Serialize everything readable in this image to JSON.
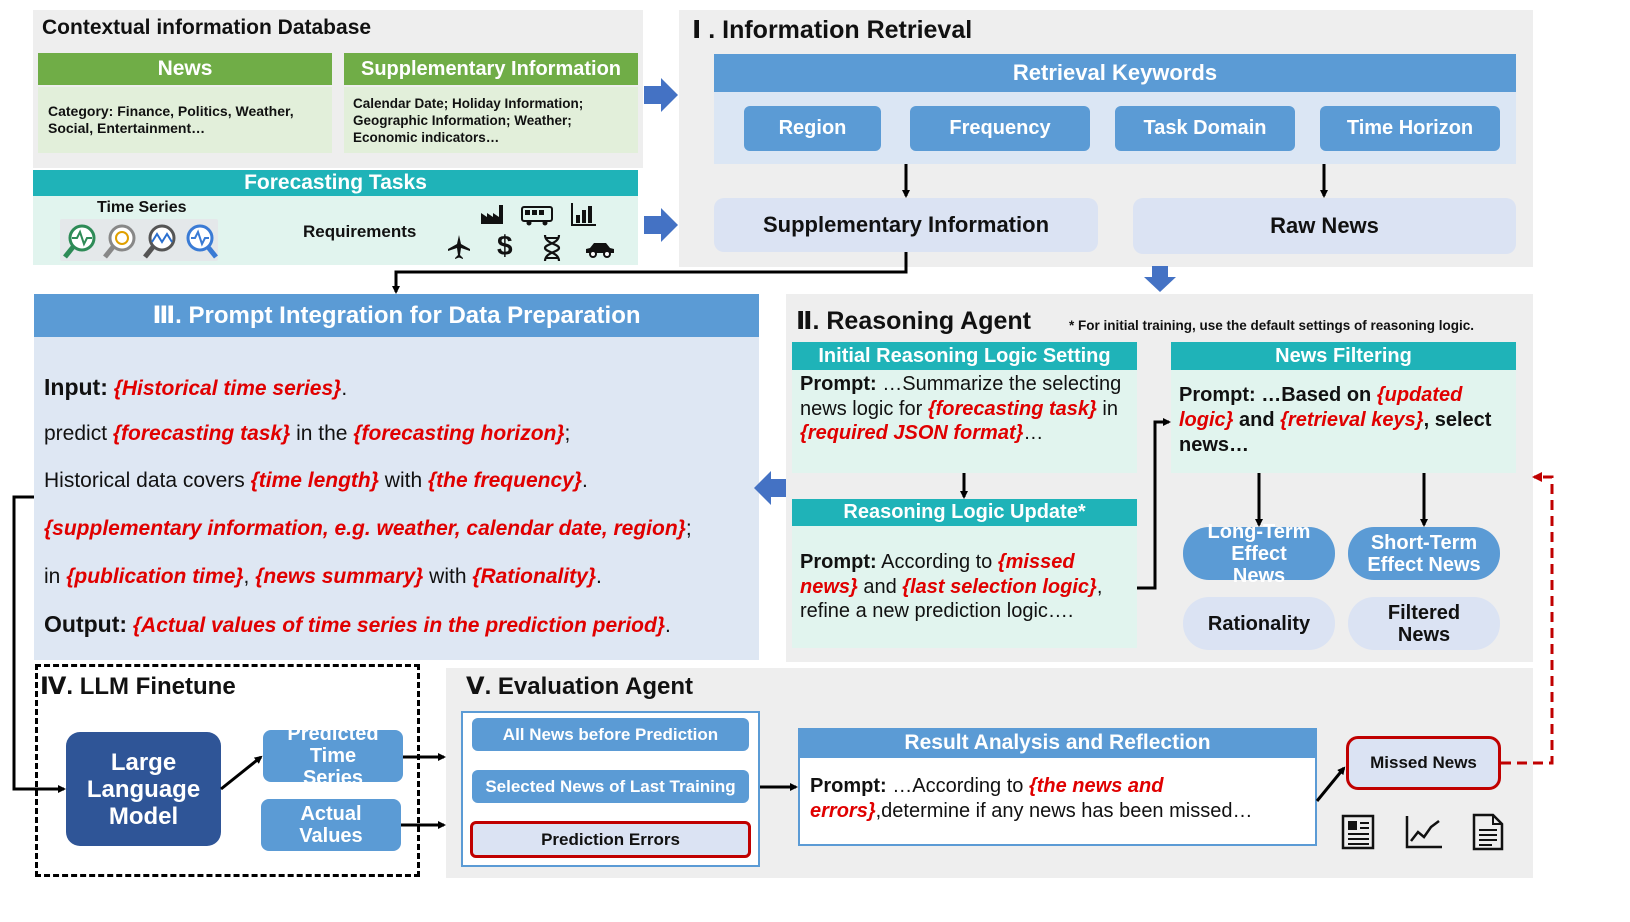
{
  "context_db": {
    "title": "Contextual information Database",
    "news_header": "News",
    "news_body": "Category: Finance, Politics, Weather, Social, Entertainment…",
    "supp_header": "Supplementary Information",
    "supp_body": "Calendar Date; Holiday Information; Geographic Information; Weather; Economic indicators…"
  },
  "forecasting": {
    "header": "Forecasting Tasks",
    "time_series_label": "Time Series",
    "requirements_label": "Requirements",
    "dollar": "$"
  },
  "retrieval": {
    "title": "Ⅰ . Information Retrieval",
    "keywords_header": "Retrieval Keywords",
    "keywords": [
      "Region",
      "Frequency",
      "Task Domain",
      "Time Horizon"
    ],
    "supp_info": "Supplementary Information",
    "raw_news": "Raw News"
  },
  "prompt_integration": {
    "title": "Ⅲ. Prompt Integration for Data Preparation",
    "input_label": "Input:",
    "input_var": "{Historical time series}",
    "dot": ".",
    "predict": "predict ",
    "forecasting_task": "{forecasting task}",
    "in_the": " in the ",
    "forecasting_horizon": "{forecasting horizon}",
    "semicolon": ";",
    "historical_covers": "Historical data covers ",
    "time_length": "{time length}",
    "with": " with ",
    "the_frequency": "{the frequency}",
    "supplementary": "{supplementary information, e.g. weather, calendar date, region}",
    "in": "in ",
    "publication_time": "{publication time}",
    "comma": ", ",
    "news_summary": "{news summary}",
    "rationality": "{Rationality}",
    "output_label": "Output:",
    "output_var": "{Actual values of time series in the prediction period}"
  },
  "reasoning": {
    "title": "Ⅱ. Reasoning Agent",
    "note": "* For initial training, use the default settings of reasoning logic.",
    "initial_header": "Initial Reasoning Logic Setting",
    "prompt_label": "Prompt:",
    "initial_text1": " …Summarize the selecting news logic for ",
    "forecasting_task": "{forecasting task}",
    "in": " in ",
    "required_json": "{required JSON format}",
    "ellipsis": "…",
    "update_header": "Reasoning Logic Update*",
    "update_text1": " According to ",
    "missed_news": "{missed news}",
    "and": " and ",
    "last_logic": "{last selection logic}",
    "update_text2": ", refine a new prediction logic….",
    "filter_header": "News Filtering",
    "filter_text1": " …Based on ",
    "updated_logic": "{updated logic}",
    "retrieval_keys": "{retrieval keys}",
    "filter_text2": ", select news…",
    "long_term": "Long-Term Effect News",
    "short_term": "Short-Term Effect News",
    "rationality": "Rationality",
    "filtered_news": "Filtered News"
  },
  "finetune": {
    "title": "Ⅳ. LLM Finetune",
    "llm": "Large Language Model",
    "predicted": "Predicted Time Series",
    "actual": "Actual Values"
  },
  "evaluation": {
    "title": "Ⅴ. Evaluation Agent",
    "all_news": "All News before Prediction",
    "selected_news": "Selected News of Last Training",
    "prediction_errors": "Prediction Errors",
    "result_header": "Result Analysis and Reflection",
    "prompt_label": "Prompt:",
    "result_text1": " …According to ",
    "news_errors": "{the news and errors}",
    "result_text2": ",determine if any news has been missed…",
    "missed_news": "Missed News"
  },
  "colors": {
    "green": "#70ad47",
    "teal": "#1fb3b8",
    "blue": "#5b9bd5",
    "dark_blue": "#2f5597",
    "red": "#e00000"
  }
}
